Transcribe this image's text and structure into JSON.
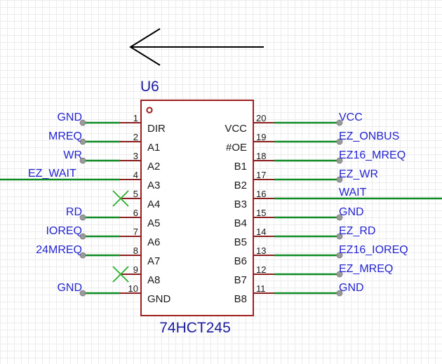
{
  "component": {
    "ref": "U6",
    "part": "74HCT245",
    "colors": {
      "body_outline": "#9e1e1e",
      "pin": "#8b1d1d",
      "wire": "#0f8a24",
      "net_label": "#2323d2",
      "no_connect": "#27b02a"
    },
    "left_pins": [
      {
        "num": "1",
        "name": "DIR",
        "net": "GND",
        "wire": "short"
      },
      {
        "num": "2",
        "name": "A1",
        "net": "MREQ",
        "wire": "short"
      },
      {
        "num": "3",
        "name": "A2",
        "net": "WR",
        "wire": "short"
      },
      {
        "num": "4",
        "name": "A3",
        "net": "EZ_WAIT",
        "wire": "long"
      },
      {
        "num": "5",
        "name": "A4",
        "net": "",
        "wire": "nc"
      },
      {
        "num": "6",
        "name": "A5",
        "net": "RD",
        "wire": "short"
      },
      {
        "num": "7",
        "name": "A6",
        "net": "IOREQ",
        "wire": "short"
      },
      {
        "num": "8",
        "name": "A7",
        "net": "24MREQ",
        "wire": "short"
      },
      {
        "num": "9",
        "name": "A8",
        "net": "",
        "wire": "nc"
      },
      {
        "num": "10",
        "name": "GND",
        "net": "GND",
        "wire": "short"
      }
    ],
    "right_pins": [
      {
        "num": "20",
        "name": "VCC",
        "net": "VCC",
        "wire": "short"
      },
      {
        "num": "19",
        "name": "#OE",
        "net": "EZ_ONBUS",
        "wire": "short"
      },
      {
        "num": "18",
        "name": "B1",
        "net": "EZ16_MREQ",
        "wire": "short"
      },
      {
        "num": "17",
        "name": "B2",
        "net": "EZ_WR",
        "wire": "short"
      },
      {
        "num": "16",
        "name": "B3",
        "net": "WAIT",
        "wire": "long"
      },
      {
        "num": "15",
        "name": "B4",
        "net": "GND",
        "wire": "short"
      },
      {
        "num": "14",
        "name": "B5",
        "net": "EZ_RD",
        "wire": "short"
      },
      {
        "num": "13",
        "name": "B6",
        "net": "EZ16_IOREQ",
        "wire": "short"
      },
      {
        "num": "12",
        "name": "B7",
        "net": "EZ_MREQ",
        "wire": "short"
      },
      {
        "num": "11",
        "name": "B8",
        "net": "GND",
        "wire": "short"
      }
    ]
  }
}
